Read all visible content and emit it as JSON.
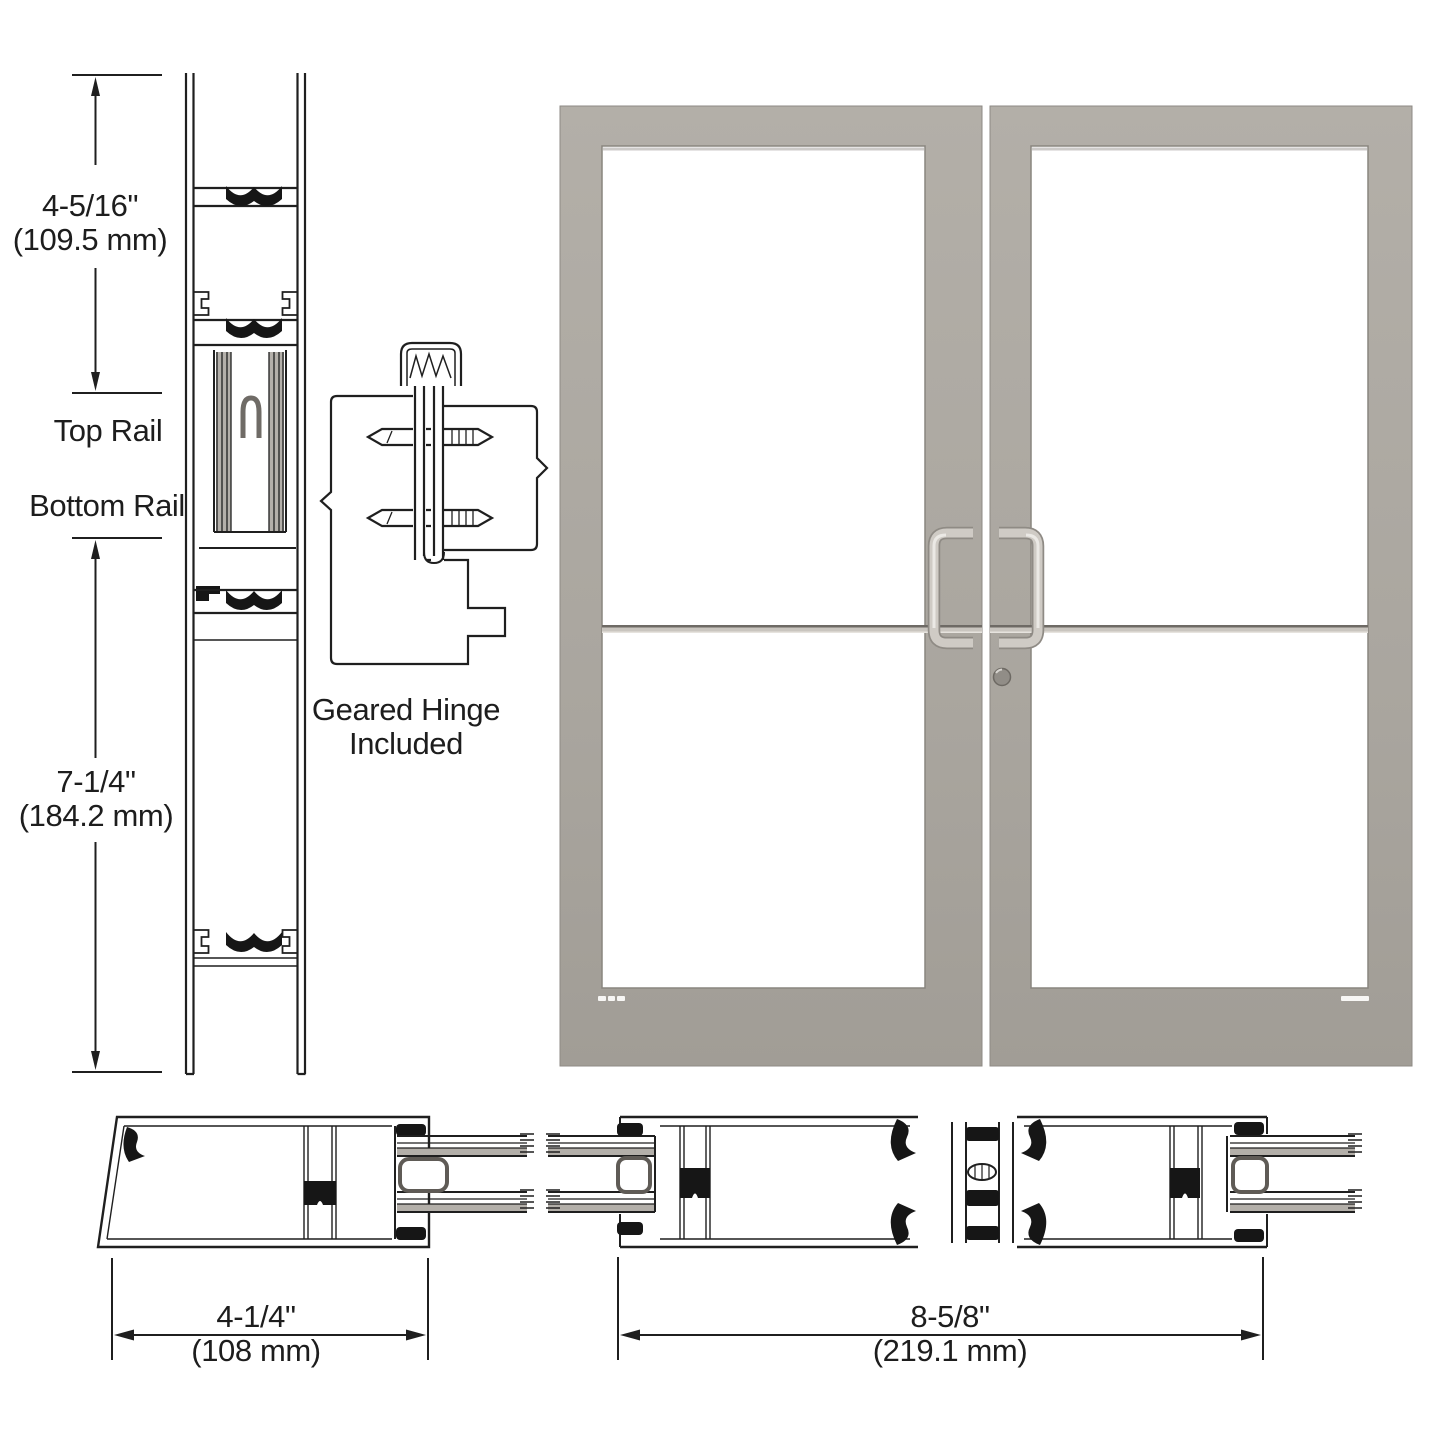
{
  "diagram": {
    "colors": {
      "line": "#1f1f1f",
      "gasket": "#161616",
      "door_frame": "#aba7a0",
      "glass": "#ffffff",
      "glass_section_fill": "#b3afa9",
      "handle": "#cfcbc5",
      "mid_rail": "#c9c5bf"
    },
    "vertical_section": {
      "top_dim_in": "4-5/16\"",
      "top_dim_mm": "(109.5 mm)",
      "top_rail_label": "Top Rail",
      "bottom_rail_label": "Bottom Rail",
      "bottom_dim_in": "7-1/4\"",
      "bottom_dim_mm": "(184.2 mm)"
    },
    "hinge_detail": {
      "note_line1": "Geared Hinge",
      "note_line2": "Included"
    },
    "bottom_sections": {
      "stile_dim_in": "4-1/4\"",
      "stile_dim_mm": "(108 mm)",
      "pair_dim_in": "8-5/8\"",
      "pair_dim_mm": "(219.1 mm)"
    }
  }
}
